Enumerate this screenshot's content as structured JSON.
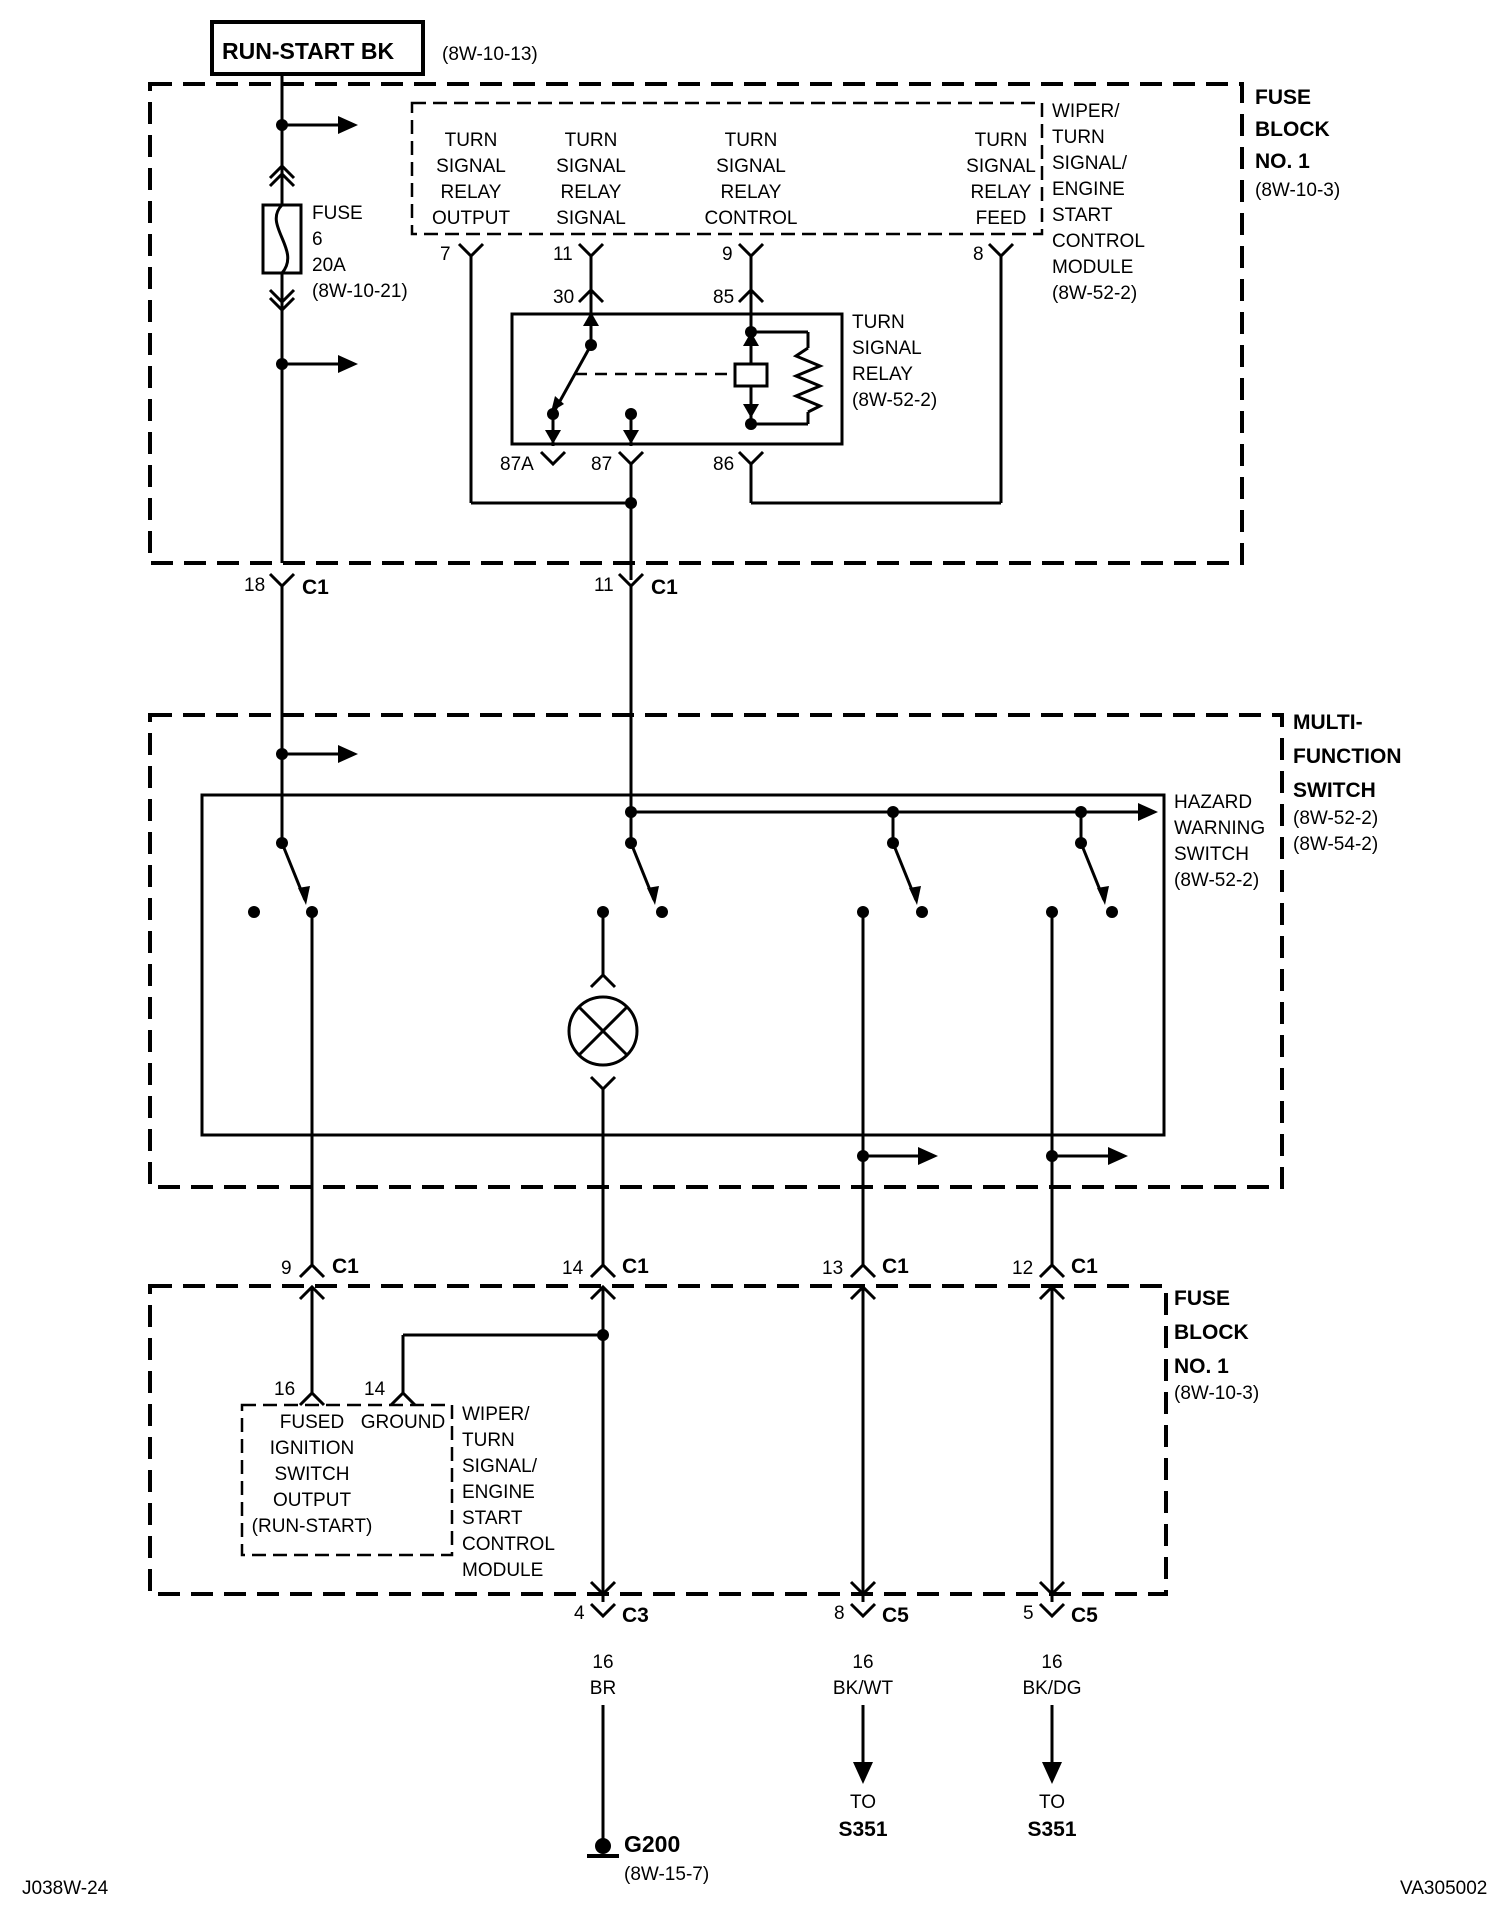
{
  "top": {
    "source_label": "RUN-START BK",
    "source_ref": "(8W-10-13)"
  },
  "fuse_block_top": {
    "title_line1": "FUSE",
    "title_line2": "BLOCK",
    "title_line3": "NO. 1",
    "ref": "(8W-10-3)",
    "fuse": {
      "line1": "FUSE",
      "line2": "6",
      "line3": "20A",
      "line4": "(8W-10-21)"
    },
    "module": {
      "line1": "WIPER/",
      "line2": "TURN",
      "line3": "SIGNAL/",
      "line4": "ENGINE",
      "line5": "START",
      "line6": "CONTROL",
      "line7": "MODULE",
      "ref": "(8W-52-2)"
    },
    "terminals": {
      "output": {
        "l1": "TURN",
        "l2": "SIGNAL",
        "l3": "RELAY",
        "l4": "OUTPUT",
        "pin": "7"
      },
      "signal": {
        "l1": "TURN",
        "l2": "SIGNAL",
        "l3": "RELAY",
        "l4": "SIGNAL",
        "pin": "11"
      },
      "control": {
        "l1": "TURN",
        "l2": "SIGNAL",
        "l3": "RELAY",
        "l4": "CONTROL",
        "pin": "9"
      },
      "feed": {
        "l1": "TURN",
        "l2": "SIGNAL",
        "l3": "RELAY",
        "l4": "FEED",
        "pin": "8"
      }
    },
    "relay": {
      "line1": "TURN",
      "line2": "SIGNAL",
      "line3": "RELAY",
      "ref": "(8W-52-2)",
      "pins": {
        "p30": "30",
        "p85": "85",
        "p87a": "87A",
        "p87": "87",
        "p86": "86"
      }
    },
    "connectors": {
      "left": {
        "pin": "18",
        "name": "C1"
      },
      "right": {
        "pin": "11",
        "name": "C1"
      }
    }
  },
  "multifunction": {
    "title_line1": "MULTI-",
    "title_line2": "FUNCTION",
    "title_line3": "SWITCH",
    "ref1": "(8W-52-2)",
    "ref2": "(8W-54-2)",
    "hazard": {
      "line1": "HAZARD",
      "line2": "WARNING",
      "line3": "SWITCH",
      "ref": "(8W-52-2)"
    }
  },
  "fuse_block_bottom": {
    "title_line1": "FUSE",
    "title_line2": "BLOCK",
    "title_line3": "NO. 1",
    "ref": "(8W-10-3)",
    "top_connectors": [
      {
        "pin": "9",
        "name": "C1"
      },
      {
        "pin": "14",
        "name": "C1"
      },
      {
        "pin": "13",
        "name": "C1"
      },
      {
        "pin": "12",
        "name": "C1"
      }
    ],
    "module": {
      "pin_a": "16",
      "pin_b": "14",
      "fused_l1": "FUSED",
      "fused_l2": "IGNITION",
      "fused_l3": "SWITCH",
      "fused_l4": "OUTPUT",
      "fused_l5": "(RUN-START)",
      "ground": "GROUND",
      "line1": "WIPER/",
      "line2": "TURN",
      "line3": "SIGNAL/",
      "line4": "ENGINE",
      "line5": "START",
      "line6": "CONTROL",
      "line7": "MODULE"
    },
    "bottom_connectors": [
      {
        "pin": "4",
        "name": "C3",
        "gauge": "16",
        "color": "BR"
      },
      {
        "pin": "8",
        "name": "C5",
        "gauge": "16",
        "color": "BK/WT"
      },
      {
        "pin": "5",
        "name": "C5",
        "gauge": "16",
        "color": "BK/DG"
      }
    ]
  },
  "destinations": {
    "ground": {
      "name": "G200",
      "ref": "(8W-15-7)"
    },
    "s351_a": {
      "to": "TO",
      "name": "S351"
    },
    "s351_b": {
      "to": "TO",
      "name": "S351"
    }
  },
  "footer": {
    "left_code": "J038W-24",
    "right_code": "VA305002"
  }
}
